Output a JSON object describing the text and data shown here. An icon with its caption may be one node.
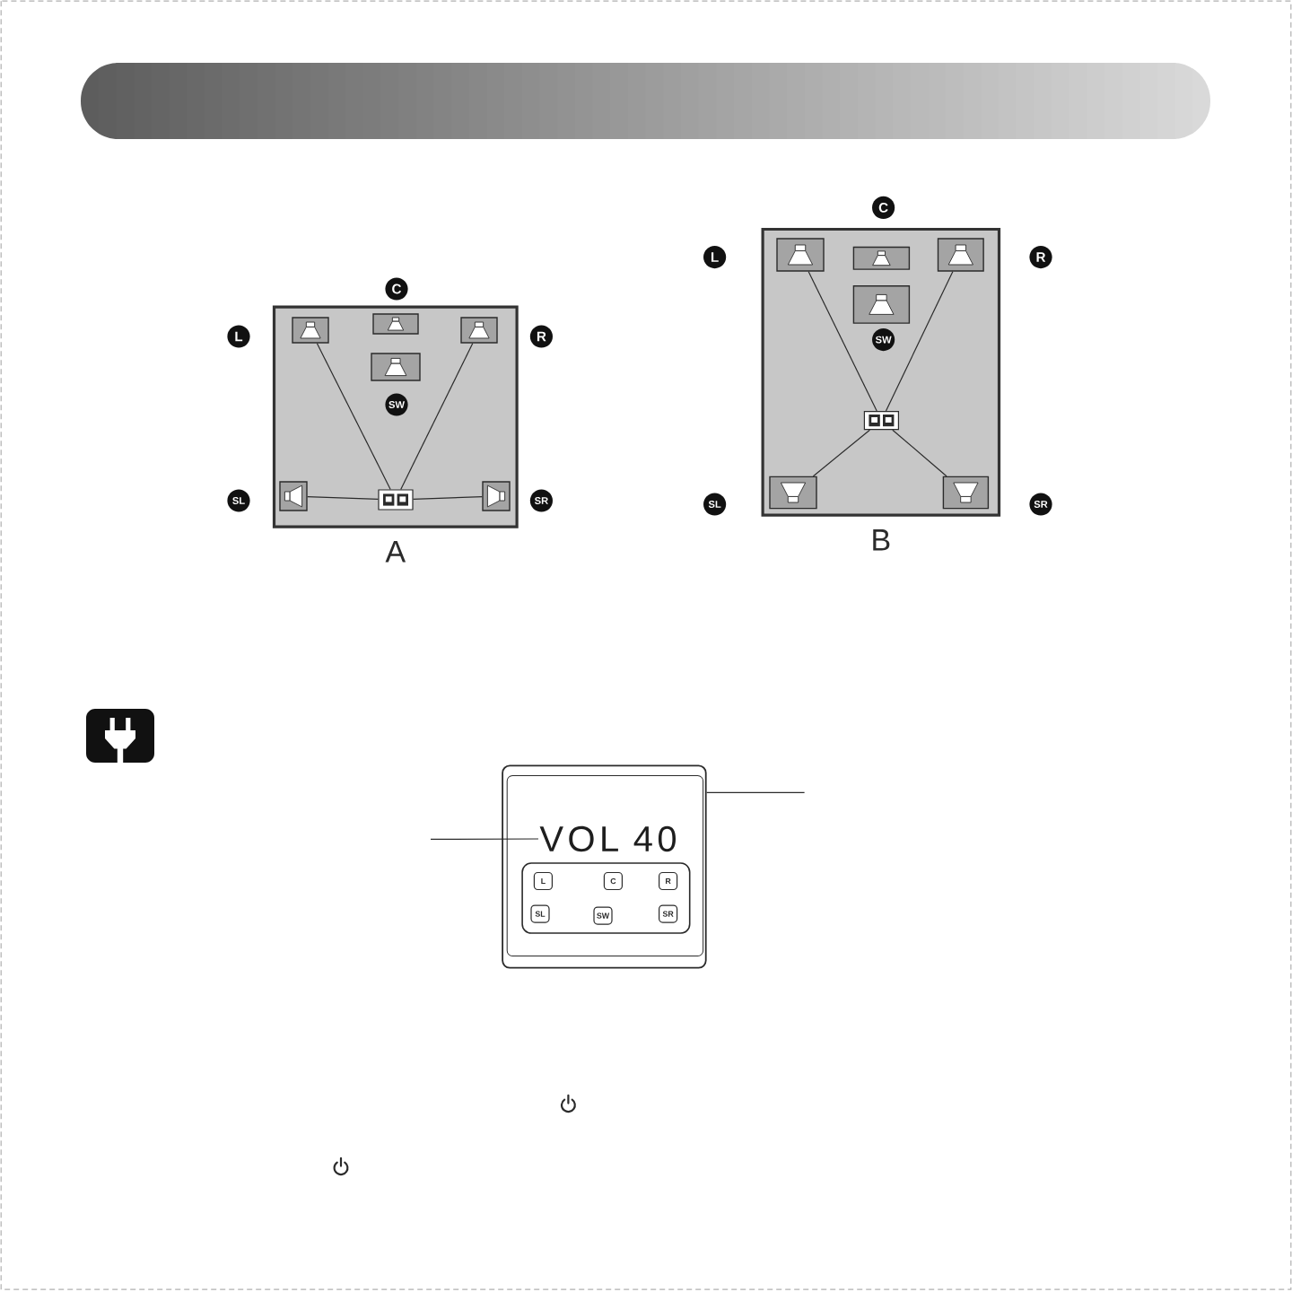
{
  "diagram": {
    "nodes": [
      {
        "text": [
          "C"
        ]
      },
      {
        "text": [
          "L"
        ]
      },
      {
        "text": [
          "R"
        ]
      },
      {
        "text": [
          "SL"
        ]
      },
      {
        "text": [
          "SR"
        ]
      },
      {
        "text": [],
        "shape": "box",
        "beside": [
          "A"
        ]
      },
      {
        "text": [],
        "shape": "box",
        "in": 5
      },
      {
        "text": [],
        "shape": "box",
        "in": 5
      },
      {
        "text": [],
        "shape": "box",
        "in": 5
      },
      {
        "text": [],
        "shape": "box",
        "in": 5
      },
      {
        "text": [
          "SW"
        ],
        "in": 5
      },
      {
        "text": [],
        "shape": "box",
        "in": 5
      },
      {
        "text": [],
        "shape": "picture",
        "in": 5
      },
      {
        "text": [],
        "shape": "box",
        "in": 5
      },
      {
        "text": [
          "C"
        ]
      },
      {
        "text": [
          "L"
        ]
      },
      {
        "text": [
          "R"
        ]
      },
      {
        "text": [
          "SL"
        ]
      },
      {
        "text": [
          "SR"
        ]
      },
      {
        "text": [],
        "shape": "box",
        "beside": [
          "B"
        ]
      },
      {
        "text": [],
        "shape": "box",
        "in": 19
      },
      {
        "text": [],
        "shape": "box",
        "in": 19
      },
      {
        "text": [],
        "shape": "box",
        "in": 19
      },
      {
        "text": [],
        "shape": "box",
        "in": 19
      },
      {
        "text": [
          "SW"
        ],
        "in": 19
      },
      {
        "text": [],
        "shape": "picture",
        "in": 19
      },
      {
        "text": [],
        "shape": "box",
        "in": 19
      },
      {
        "text": [],
        "shape": "box",
        "in": 19
      },
      {
        "text": [],
        "shape": "box"
      },
      {
        "text": [
          "VOL 40"
        ],
        "in": 28
      },
      {
        "text": [],
        "shape": "box",
        "in": 28
      },
      {
        "text": [
          "L"
        ],
        "in": 30
      },
      {
        "text": [
          "C"
        ],
        "in": 30
      },
      {
        "text": [
          "R"
        ],
        "in": 30
      },
      {
        "text": [
          "SL"
        ],
        "in": 30
      },
      {
        "text": [
          "SW"
        ],
        "in": 30
      },
      {
        "text": [
          "SR"
        ],
        "in": 30
      }
    ],
    "edges": [
      {
        "from": 6,
        "to": 12,
        "arrow": "none"
      },
      {
        "from": 8,
        "to": 12,
        "arrow": "none"
      },
      {
        "from": 11,
        "to": 12,
        "arrow": "none"
      },
      {
        "from": 13,
        "to": 12,
        "arrow": "none"
      },
      {
        "from": 20,
        "to": 25,
        "arrow": "none"
      },
      {
        "from": 22,
        "to": 25,
        "arrow": "none"
      },
      {
        "from": 26,
        "to": 25,
        "arrow": "none"
      },
      {
        "from": 27,
        "to": 25,
        "arrow": "none"
      },
      {
        "from": null,
        "to": 29,
        "arrow": "none"
      },
      {
        "from": null,
        "to": 28,
        "arrow": "none"
      }
    ]
  }
}
